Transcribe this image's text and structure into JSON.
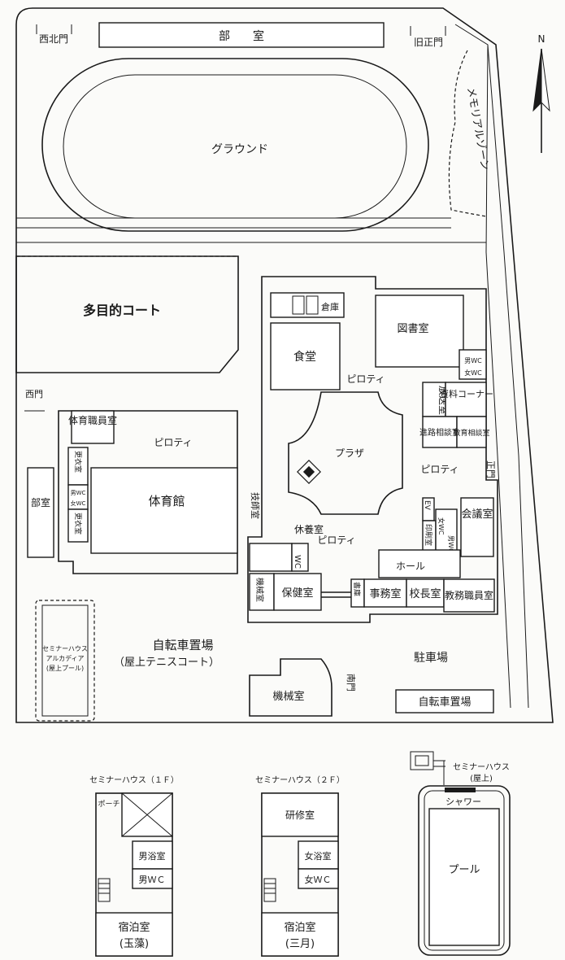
{
  "campus": {
    "gates": {
      "northwest": "西北門",
      "old_main": "旧正門",
      "west": "西門",
      "main": "正門",
      "south": "南門"
    },
    "club_room_top": "部　　室",
    "ground": "グラウンド",
    "memorial_zone": "メモリアルゾーン",
    "multipurpose_court": "多目的コート",
    "library": "図書室",
    "cafeteria": "食堂",
    "pilotis": "ピロティ",
    "plaza": "プラザ",
    "pe_staff_room": "体育職員室",
    "gymnasium": "体育館",
    "club_room_left": "部室",
    "locker_room": "更衣室",
    "mens_wc": "男WC",
    "womens_wc": "女WC",
    "wc": "WC",
    "broadcast_room": "放送室",
    "materials_corner": "資料コーナー",
    "guidance_room": "進路相談室",
    "education_counseling": "教育相談室",
    "technician_room": "技師室",
    "rest_room": "休養室",
    "infirmary": "保健室",
    "machine_room": "機械室",
    "ev": "EV",
    "print_room": "印刷室",
    "meeting_room": "会議室",
    "hall": "ホール",
    "office": "事務室",
    "principal_room": "校長室",
    "staff_room": "教務職員室",
    "archive": "書庫",
    "storage": "倉庫",
    "bicycle_parking": "自転車置場",
    "rooftop_tennis": "（屋上テニスコート）",
    "parking": "駐車場",
    "seminar_house_arcadia": [
      "セミナーハウス",
      "アルカディア",
      "(屋上プール)"
    ]
  },
  "compass": {
    "label": "N"
  },
  "seminar_house": {
    "floor1": {
      "title": "セミナーハウス（１Ｆ）",
      "porch": "ポーチ",
      "mens_bath": "男浴室",
      "mens_wc": "男ＷＣ",
      "lodging": "宿泊室",
      "lodging_name": "(玉藻)"
    },
    "floor2": {
      "title": "セミナーハウス（２Ｆ）",
      "training_room": "研修室",
      "womens_bath": "女浴室",
      "womens_wc": "女ＷＣ",
      "lodging": "宿泊室",
      "lodging_name": "(三月)"
    },
    "roof": {
      "title": "セミナーハウス",
      "subtitle": "(屋上)",
      "shower": "シャワー",
      "pool": "プール"
    }
  }
}
